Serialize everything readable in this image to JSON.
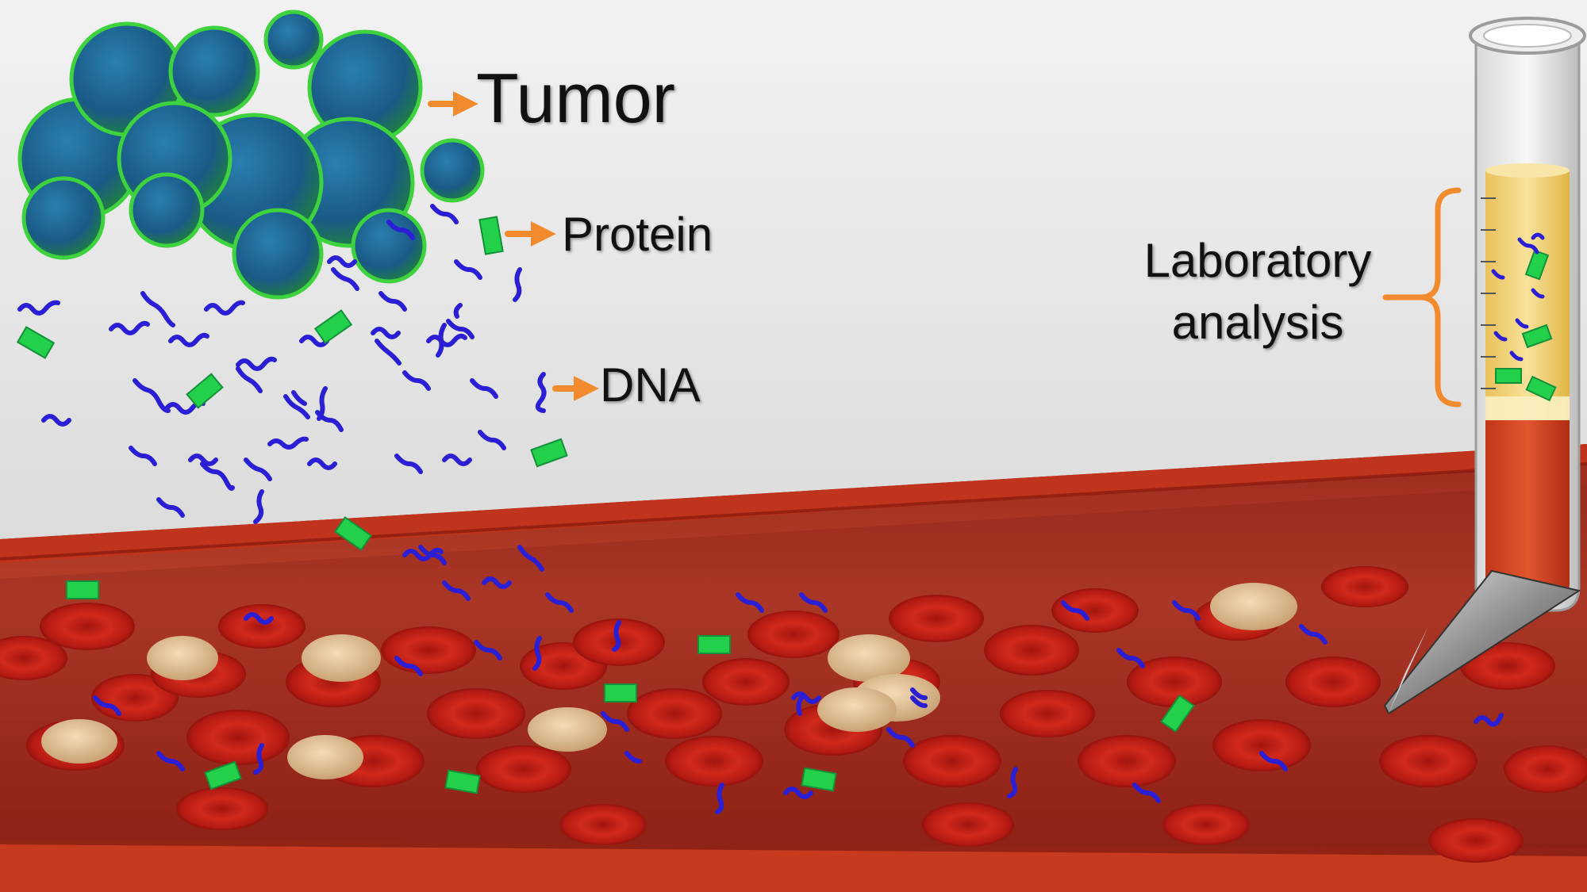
{
  "labels": {
    "tumor": "Tumor",
    "protein": "Protein",
    "dna": "DNA",
    "laboratory_analysis": "Laboratory analysis"
  },
  "colors": {
    "arrow": "#f28a2e",
    "dna": "#2b1fd6",
    "protein": "#22d04a",
    "tumor": "#1c5f8a",
    "tumor_edge": "#3fd23f",
    "vessel": "#b8261a",
    "rbc": "#c9201a",
    "wbc": "#e6c9a0",
    "plasma": "#f4d372",
    "blood_sample": "#d5401e"
  },
  "icons": [
    "tumor-icon",
    "protein-icon",
    "dna-icon",
    "blood-vessel-icon",
    "test-tube-icon",
    "needle-icon",
    "bracket-icon"
  ]
}
